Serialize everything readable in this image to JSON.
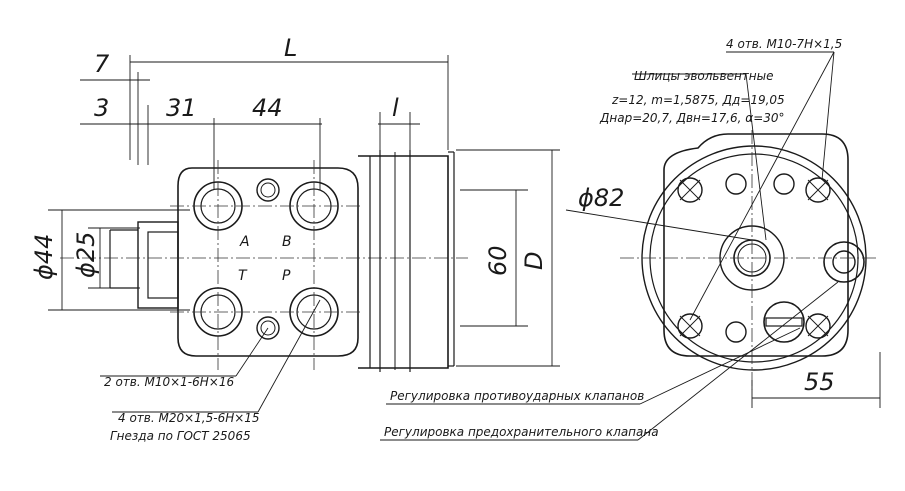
{
  "dimensions": {
    "L": "L",
    "seven": "7",
    "three": "3",
    "d31": "31",
    "d44": "44",
    "l_small": "l",
    "phi44": "ϕ44",
    "phi25": "ϕ25",
    "d60": "60",
    "D": "D",
    "phi82": "ϕ82",
    "d55": "55"
  },
  "port_labels": {
    "A": "A",
    "B": "B",
    "T": "T",
    "P": "P"
  },
  "notes": {
    "holes_rear": "4 отв. М10-7Н×1,5",
    "splines_title": "Шлицы эвольвентные",
    "splines_line1": "z=12, m=1,5875, Дд=19,05",
    "splines_line2": "Днар=20,7, Двн=17,6, α=30°",
    "holes_m10": "2 отв. М10×1-6Н×16",
    "holes_m20": "4 отв. М20×1,5-6Н×15",
    "gost": "Гнезда по ГОСТ 25065",
    "shock_valves": "Регулировка противоударных клапанов",
    "relief_valve": "Регулировка предохранительного клапана"
  }
}
